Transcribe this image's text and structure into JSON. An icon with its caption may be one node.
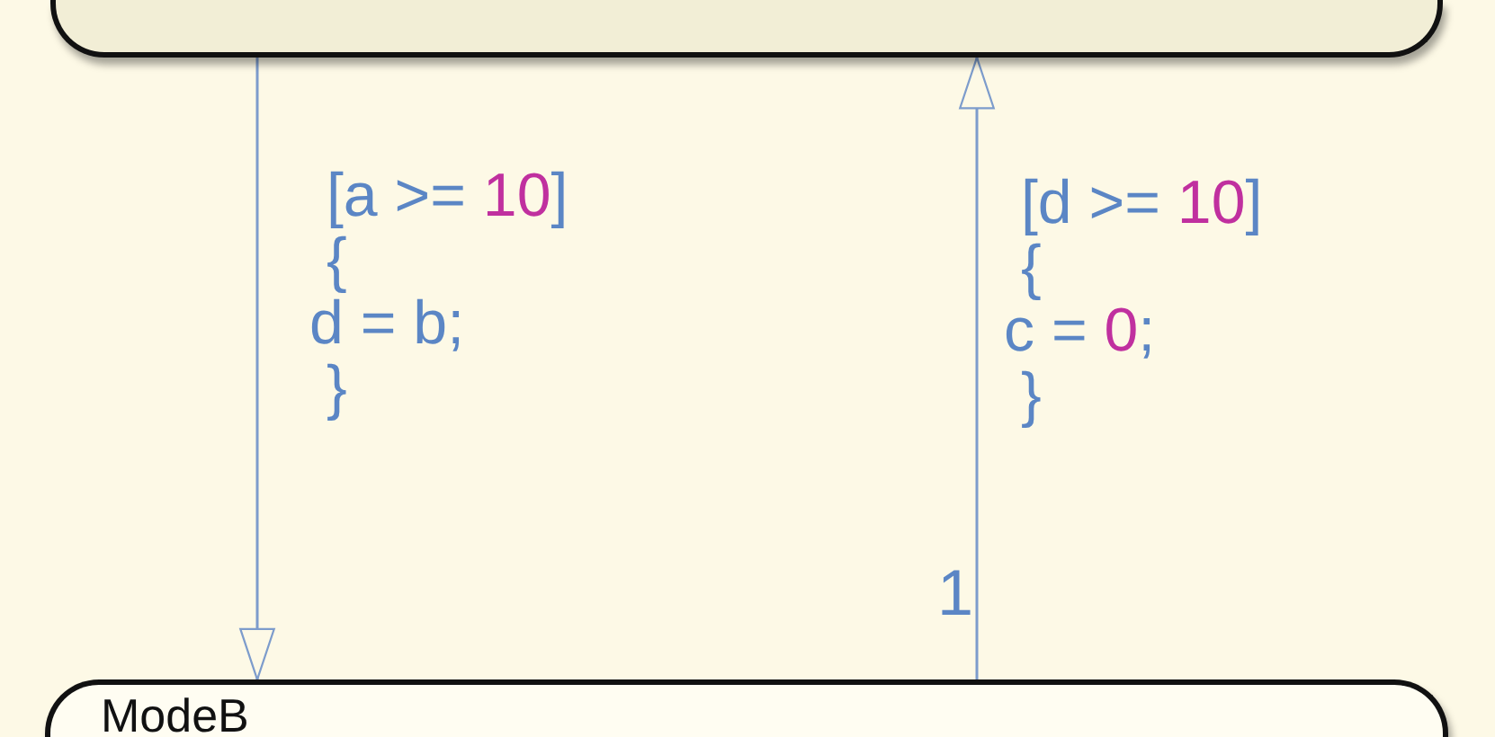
{
  "diagram": {
    "nodes": [
      {
        "text": [],
        "shape": "box"
      },
      {
        "text": [
          "ModeB"
        ]
      }
    ],
    "edges": [
      {
        "from": 0,
        "to": 1,
        "arrow": "to",
        "label": "[a >= 10] { d = b; }"
      },
      {
        "from": 1,
        "to": 0,
        "arrow": "to",
        "label": "[d >= 10] { c = 0; }"
      }
    ],
    "labels": [
      "1"
    ]
  }
}
